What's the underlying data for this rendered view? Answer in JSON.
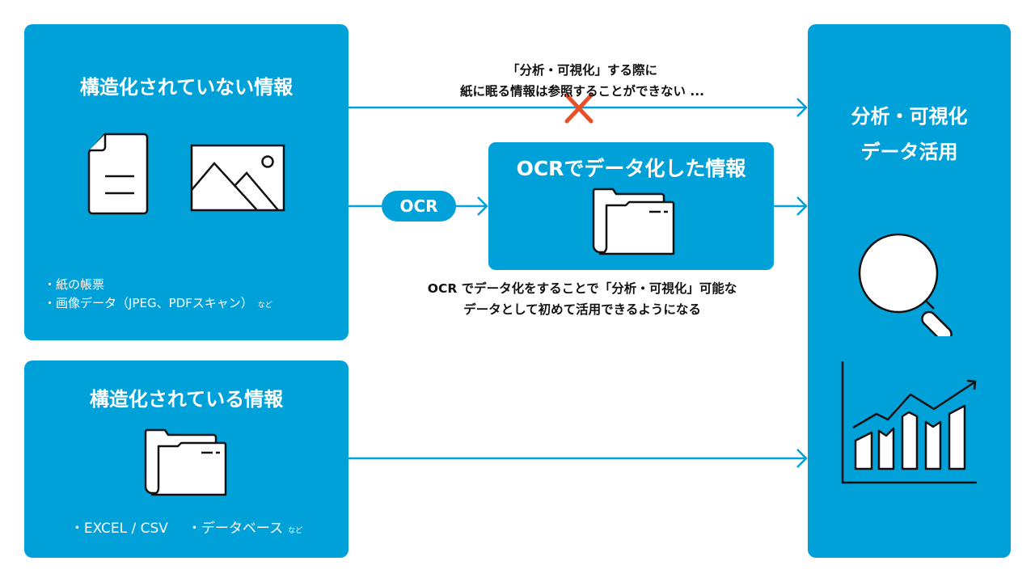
{
  "unstructured": {
    "title": "構造化されていない情報",
    "bullets": [
      "・紙の帳票",
      "・画像データ（JPEG、PDFスキャン）"
    ],
    "suffix": "など",
    "icons": [
      "document-icon",
      "image-icon"
    ]
  },
  "structured": {
    "title": "構造化されている情報",
    "bullets": [
      "・EXCEL / CSV",
      "・データベース"
    ],
    "suffix": "など",
    "icons": [
      "folder-icon"
    ]
  },
  "top_note": {
    "line1": "「分析・可視化」する際に",
    "line2": "紙に眠る情報は参照することができない ..."
  },
  "ocr_step": {
    "pill_label": "OCR",
    "box_title": "OCRでデータ化した情報"
  },
  "bottom_note": {
    "line1": "OCR でデータ化をすることで「分析・可視化」可能な",
    "line2": "データとして初めて活用できるようになる"
  },
  "analysis": {
    "title_line1": "分析・可視化",
    "title_line2": "データ活用",
    "icons": [
      "magnifier-icon",
      "bar-chart-icon"
    ]
  },
  "colors": {
    "panel_blue": "#00a0d8",
    "cross_red": "#e8502a",
    "text_dark": "#111111"
  }
}
